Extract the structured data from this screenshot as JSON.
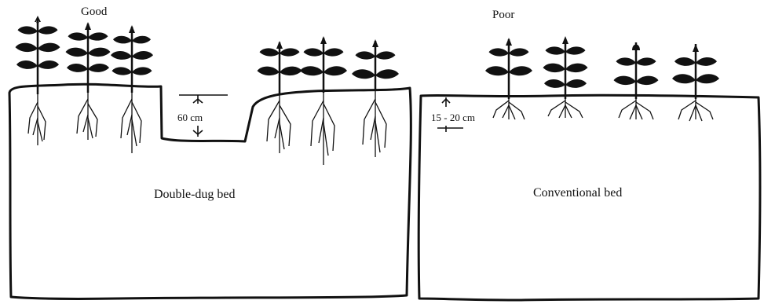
{
  "labels": {
    "good": "Good",
    "poor": "Poor",
    "depth_double": "60 cm",
    "depth_conventional": "15 - 20 cm",
    "bed_double": "Double-dug bed",
    "bed_conventional": "Conventional bed"
  },
  "colors": {
    "ink": "#111111",
    "paper": "#ffffff"
  },
  "plants": {
    "double_dug_count": 6,
    "conventional_count": 4
  }
}
